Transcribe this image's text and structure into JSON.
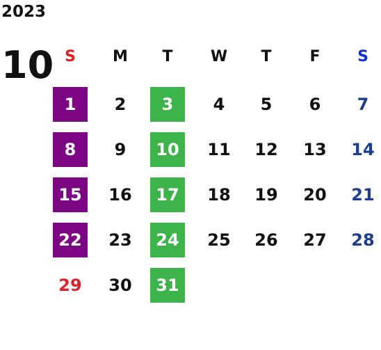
{
  "year": "2023",
  "month": "10",
  "weekdays": [
    "S",
    "M",
    "T",
    "W",
    "T",
    "F",
    "S"
  ],
  "colors": {
    "sunday": "#d9232d",
    "saturday_header": "#1133cc",
    "saturday": "#1b3f8f",
    "highlight_purple": "#7c0583",
    "highlight_green": "#3cb44a"
  },
  "days": {
    "d1": "1",
    "d2": "2",
    "d3": "3",
    "d4": "4",
    "d5": "5",
    "d6": "6",
    "d7": "7",
    "d8": "8",
    "d9": "9",
    "d10": "10",
    "d11": "11",
    "d12": "12",
    "d13": "13",
    "d14": "14",
    "d15": "15",
    "d16": "16",
    "d17": "17",
    "d18": "18",
    "d19": "19",
    "d20": "20",
    "d21": "21",
    "d22": "22",
    "d23": "23",
    "d24": "24",
    "d25": "25",
    "d26": "26",
    "d27": "27",
    "d28": "28",
    "d29": "29",
    "d30": "30",
    "d31": "31"
  },
  "highlighted_purple": [
    "1",
    "8",
    "15",
    "22"
  ],
  "highlighted_green": [
    "3",
    "10",
    "17",
    "24",
    "31"
  ]
}
